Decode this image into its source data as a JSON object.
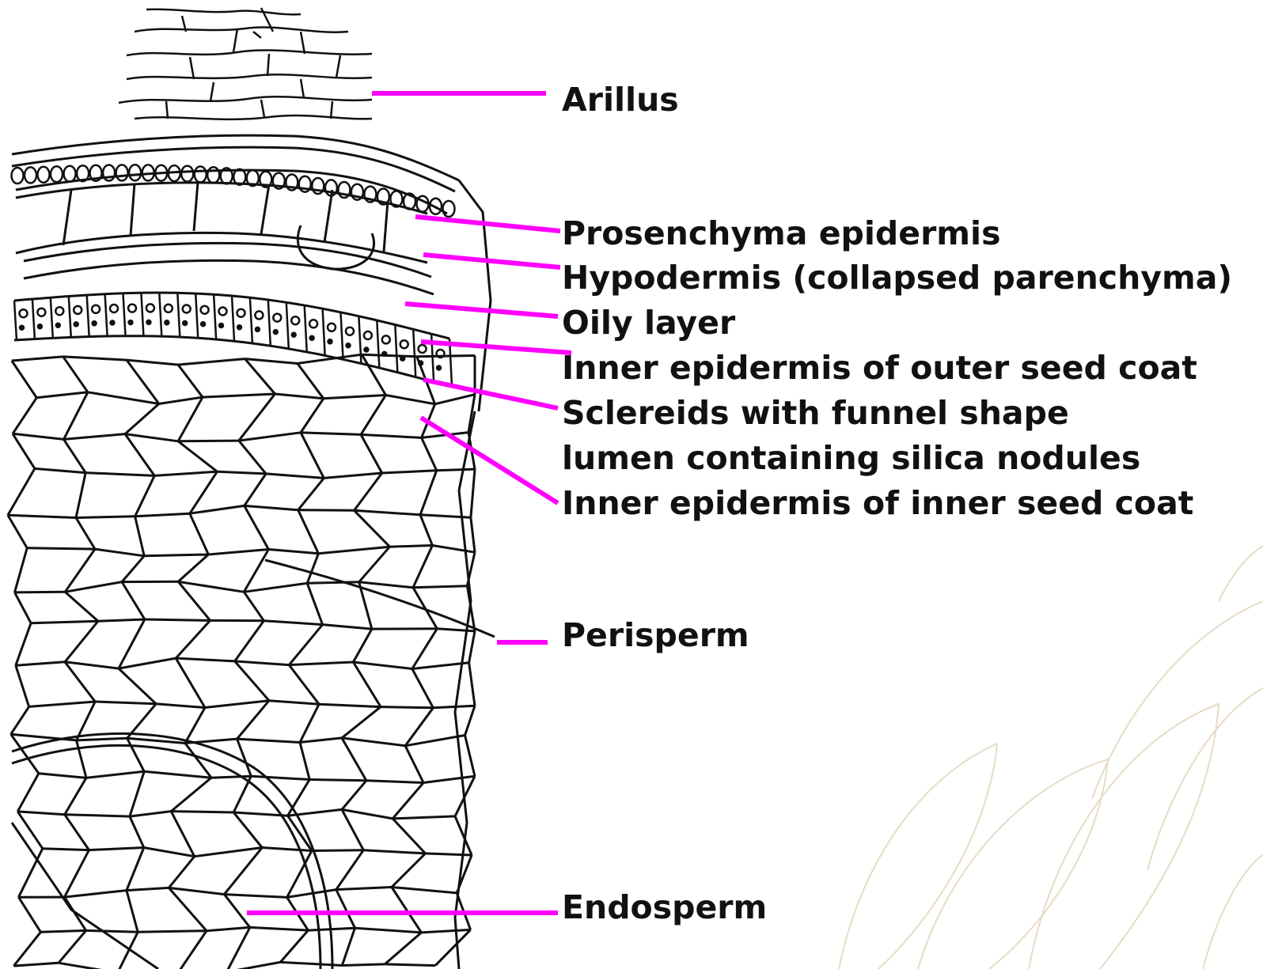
{
  "colors": {
    "leader_line": "#ff00ff",
    "ink": "#111111",
    "watermark": "#e6dcc6",
    "background": "#ffffff"
  },
  "labels": {
    "arillus": "Arillus",
    "prosenchyma_epidermis": "Prosenchyma epidermis",
    "hypodermis": "Hypodermis (collapsed parenchyma)",
    "oily_layer": "Oily layer",
    "inner_epidermis_outer_seed_coat": "Inner epidermis of outer seed coat",
    "sclereids_line1": "Sclereids with funnel shape",
    "sclereids_line2": "lumen containing silica nodules",
    "inner_epidermis_inner_seed_coat": "Inner epidermis of inner seed coat",
    "perisperm": "Perisperm",
    "endosperm": "Endosperm"
  }
}
